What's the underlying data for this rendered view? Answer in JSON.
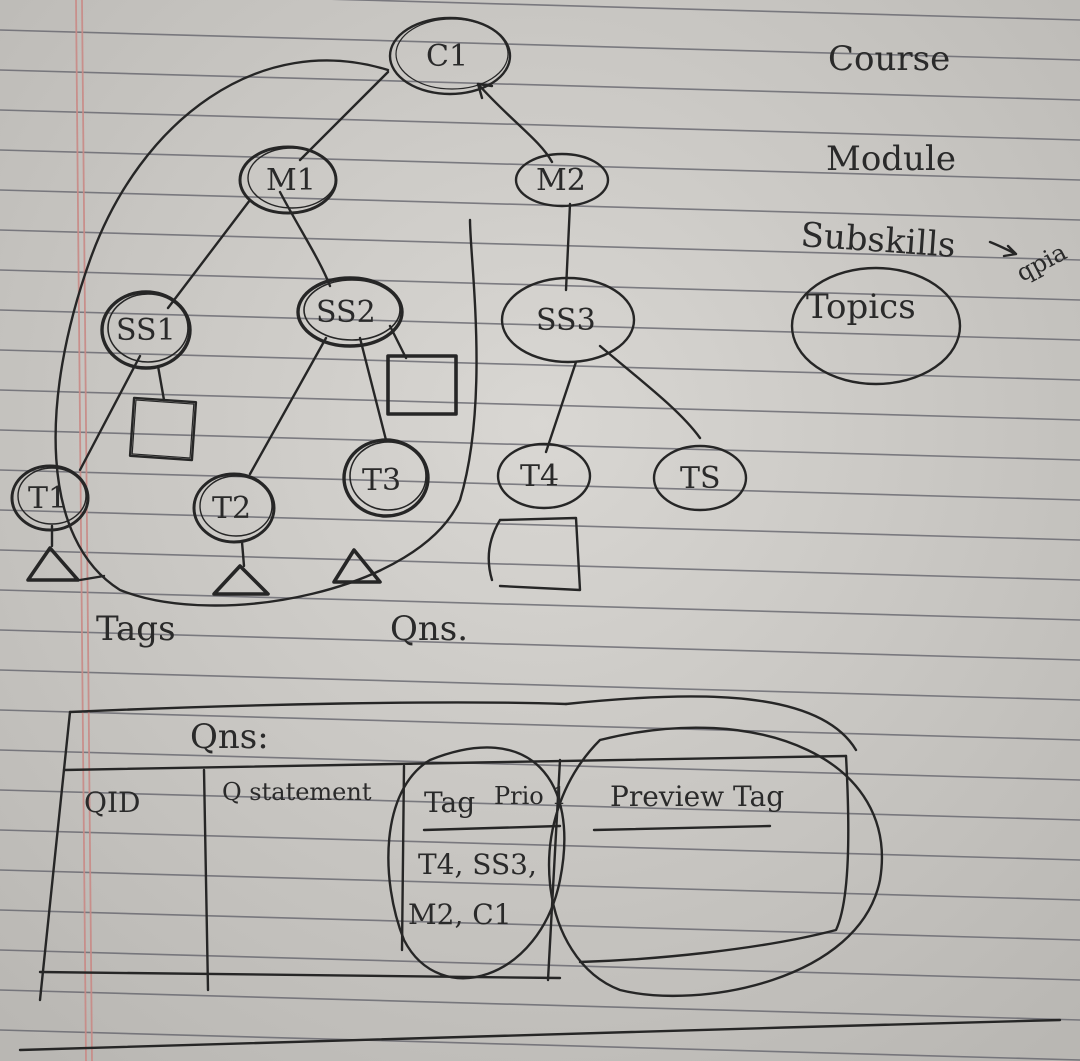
{
  "legend": {
    "course": "Course",
    "module": "Module",
    "subskills": "Subskills",
    "subskills_note": "qpia",
    "topics": "Topics"
  },
  "nodes": {
    "c1": "C1",
    "m1": "M1",
    "m2": "M2",
    "ss1": "SS1",
    "ss2": "SS2",
    "ss3": "SS3",
    "t1": "T1",
    "t2": "T2",
    "t3": "T3",
    "t4": "T4",
    "t5": "TS"
  },
  "labels": {
    "tags": "Tags",
    "qns": "Qns."
  },
  "table": {
    "title": "Qns:",
    "columns": [
      "QID",
      "Q statement",
      "Tag",
      "Preview Tag"
    ],
    "tag_sub": "Prio 1",
    "tag_values": [
      "T4, SS3,",
      "M2, C1"
    ]
  },
  "colors": {
    "paper": "#cdcbc7",
    "rule_line": "#5f5f68",
    "margin_line": "#c98a86",
    "ink": "#2a2a2a"
  }
}
